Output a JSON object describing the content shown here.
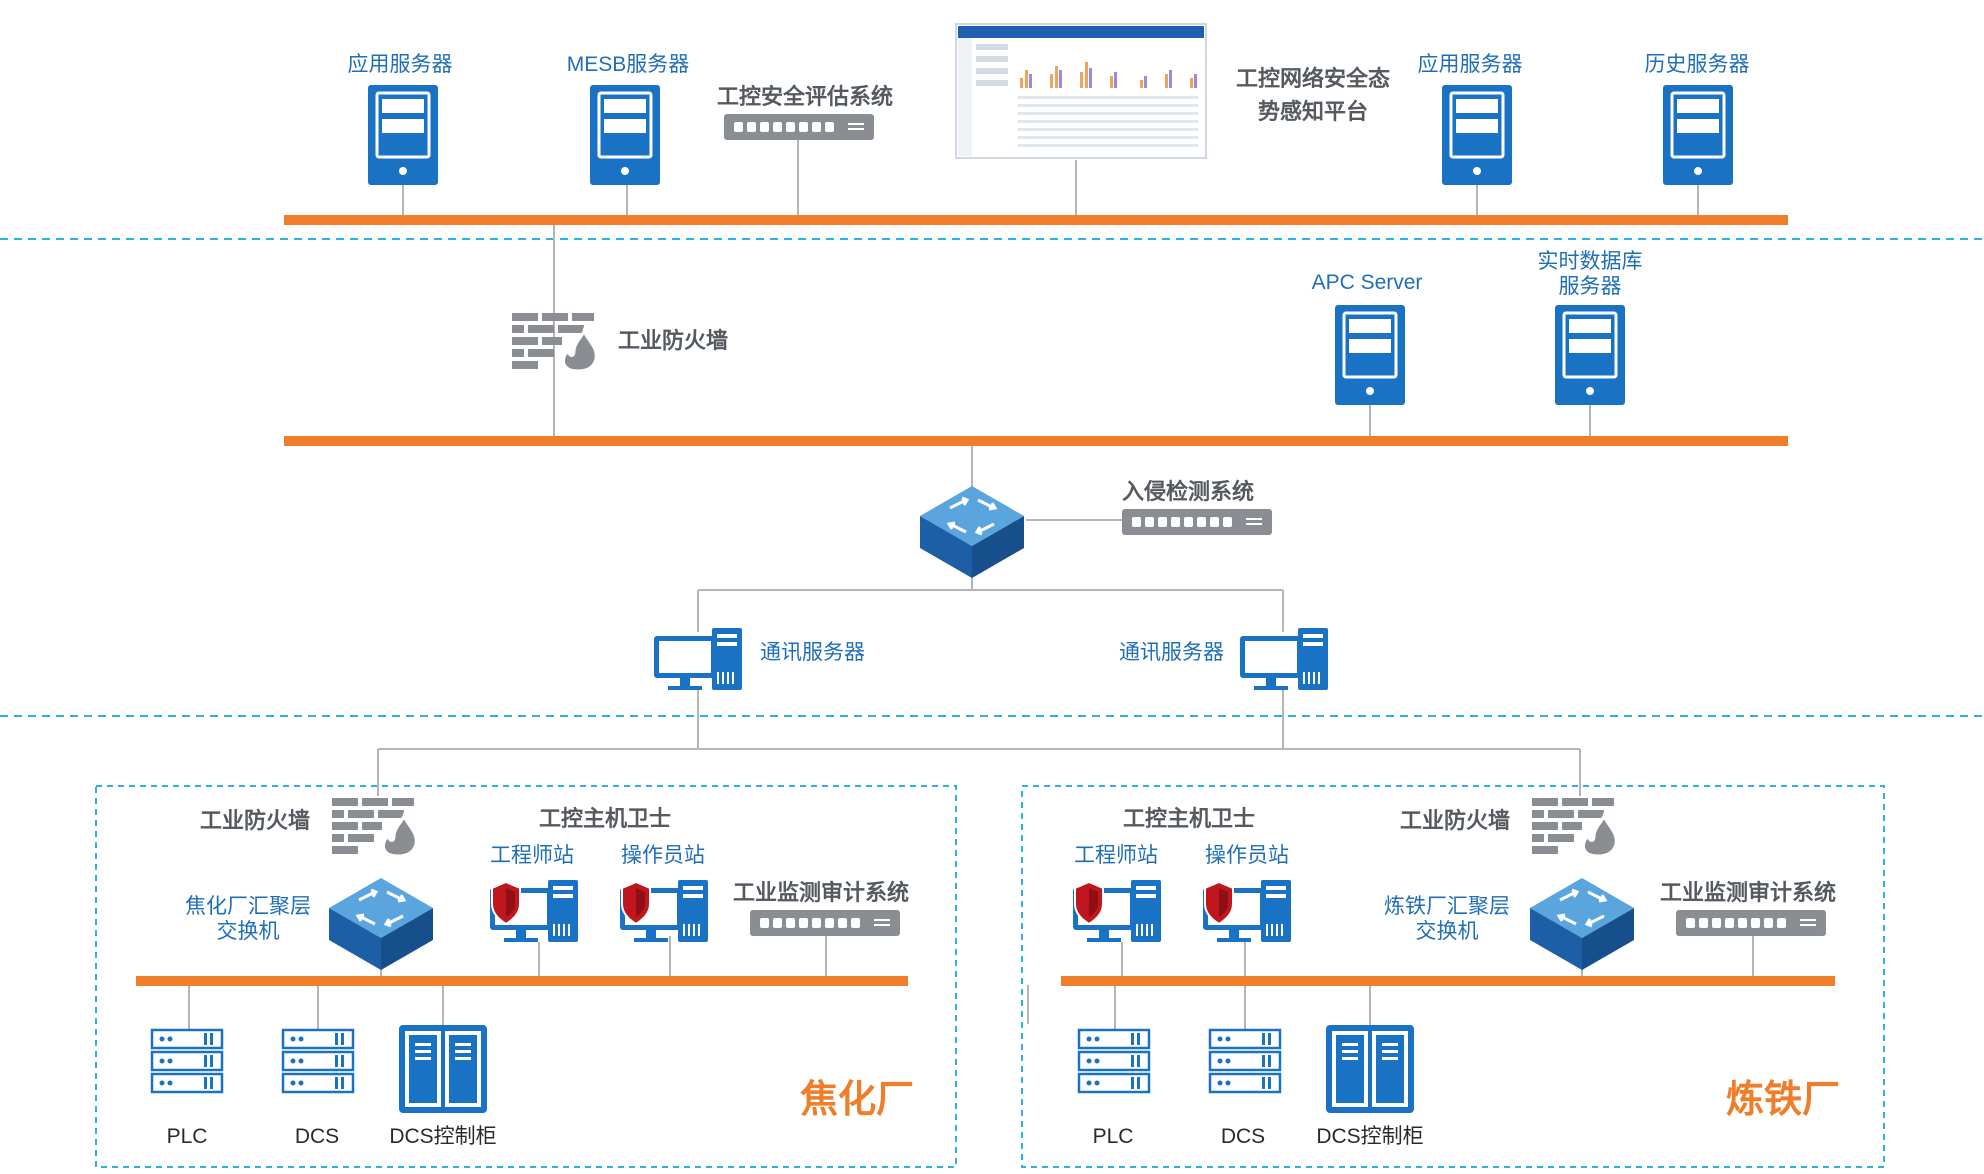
{
  "palette": {
    "bus_orange": "#f07d2a",
    "server_blue": "#1a72c4",
    "dark_blue": "#1c5fa6",
    "dashed_cyan": "#2bb0e0",
    "device_gray": "#8a8d91",
    "connector_gray": "#b5b5b5",
    "shield_red": "#c0161d"
  },
  "icons": {
    "server": "tower-server-icon",
    "appliance": "rack-appliance-icon",
    "firewall": "firewall-icon",
    "switch": "network-switch-icon",
    "workstation": "workstation-icon",
    "host_guard": "shield-workstation-icon",
    "plc": "stacked-controller-icon",
    "cabinet": "control-cabinet-icon"
  },
  "top": {
    "app_server_left": "应用服务器",
    "mesb_server": "MESB服务器",
    "security_assessment": "工控安全评估系统",
    "situation_platform_line1": "工控网络安全态",
    "situation_platform_line2": "势感知平台",
    "app_server_right": "应用服务器",
    "history_server": "历史服务器"
  },
  "middle": {
    "firewall": "工业防火墙",
    "apc_server": "APC Server",
    "rtdb_line1": "实时数据库",
    "rtdb_line2": "服务器",
    "ids": "入侵检测系统",
    "comm_server_left": "通讯服务器",
    "comm_server_right": "通讯服务器"
  },
  "coking": {
    "name": "焦化厂",
    "firewall": "工业防火墙",
    "host_guard": "工控主机卫士",
    "engineer_station": "工程师站",
    "operator_station": "操作员站",
    "switch_line1": "焦化厂汇聚层",
    "switch_line2": "交换机",
    "audit": "工业监测审计系统",
    "plc": "PLC",
    "dcs": "DCS",
    "dcs_cabinet": "DCS控制柜"
  },
  "ironmaking": {
    "name": "炼铁厂",
    "host_guard": "工控主机卫士",
    "firewall": "工业防火墙",
    "engineer_station": "工程师站",
    "operator_station": "操作员站",
    "switch_line1": "炼铁厂汇聚层",
    "switch_line2": "交换机",
    "audit": "工业监测审计系统",
    "plc": "PLC",
    "dcs": "DCS",
    "dcs_cabinet": "DCS控制柜"
  }
}
